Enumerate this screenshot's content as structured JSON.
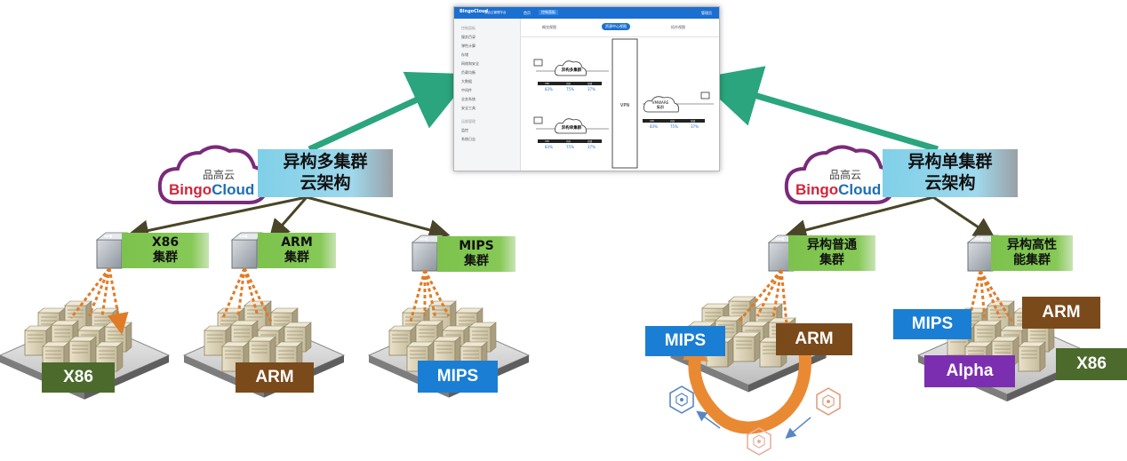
{
  "screenshot": {
    "app_name": "品高云",
    "app_brand": "BingoCloud",
    "app_subtitle": "混合云管理平台",
    "nav_tab1": "首页",
    "nav_tab2": "控制面板",
    "user_label": "管理员",
    "tabs": [
      "概览视图",
      "资源中心视图",
      "拓扑视图"
    ],
    "sidebar_groups": [
      "控制面板",
      "运维管理"
    ],
    "sidebar_items": [
      "服务目录",
      "弹性计算",
      "存储",
      "网络和安全",
      "负载均衡",
      "大数据",
      "中间件",
      "业务系统",
      "安全工具",
      "监控",
      "系统日志"
    ],
    "clusters": [
      {
        "name": "异构多集群",
        "headers": [
          "CPU",
          "内存",
          "存储"
        ],
        "values": [
          "83%",
          "75%",
          "37%"
        ]
      },
      {
        "name": "异构单集群",
        "headers": [
          "CPU",
          "内存",
          "存储"
        ],
        "values": [
          "83%",
          "75%",
          "37%"
        ]
      },
      {
        "name": "VMWARE\n集群",
        "headers": [
          "CPU",
          "内存",
          "存储"
        ],
        "values": [
          "83%",
          "75%",
          "37%"
        ]
      }
    ],
    "vpn_label": "VPN"
  },
  "left_group": {
    "brand_cn": "品高云",
    "brand_en_1": "Bingo",
    "brand_en_2": "Cloud",
    "title": "异构多集群\n云架构",
    "clusters": [
      {
        "label": "X86\n集群",
        "tag": "X86",
        "tag_color": "#4b6a2c"
      },
      {
        "label": "ARM\n集群",
        "tag": "ARM",
        "tag_color": "#7a4a1b"
      },
      {
        "label": "MIPS\n集群",
        "tag": "MIPS",
        "tag_color": "#1a7fd4"
      }
    ]
  },
  "right_group": {
    "brand_cn": "品高云",
    "brand_en_1": "Bingo",
    "brand_en_2": "Cloud",
    "title": "异构单集群\n云架构",
    "clusters": [
      {
        "label": "异构普通\n集群"
      },
      {
        "label": "异构高性\n能集群"
      }
    ],
    "tags_normal": [
      {
        "text": "MIPS",
        "color": "#1a7fd4"
      },
      {
        "text": "ARM",
        "color": "#7a4a1b"
      }
    ],
    "tags_hp": [
      {
        "text": "MIPS",
        "color": "#1a7fd4"
      },
      {
        "text": "ARM",
        "color": "#7a4a1b"
      },
      {
        "text": "Alpha",
        "color": "#7b2fb0"
      },
      {
        "text": "X86",
        "color": "#4b6a2c"
      }
    ]
  },
  "colors": {
    "arrow": "#2aa57d",
    "link": "#4a4528",
    "dashed": "#e07b27",
    "swap_arrow": "#e98a33"
  }
}
